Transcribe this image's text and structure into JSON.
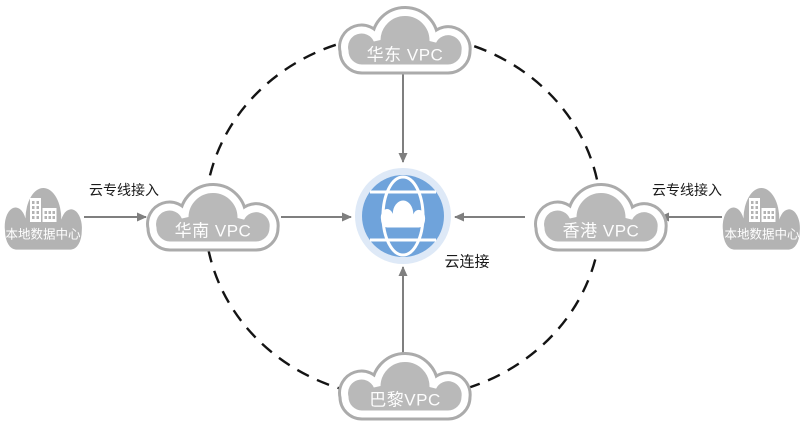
{
  "diagram": {
    "title_hint": "cloud-connect-topology",
    "center": {
      "label": "云连接",
      "icon": "globe-cloud-icon",
      "globe_color": "#6FA3DB",
      "halo_color": "#DEE9F7"
    },
    "vpcs": [
      {
        "id": "east",
        "label": "华东 VPC",
        "position": "top"
      },
      {
        "id": "south",
        "label": "华南 VPC",
        "position": "left"
      },
      {
        "id": "hongkong",
        "label": "香港 VPC",
        "position": "right"
      },
      {
        "id": "paris",
        "label": "巴黎VPC",
        "position": "bottom"
      }
    ],
    "datacenters": [
      {
        "id": "dc-left",
        "label": "本地数据中心",
        "link_label": "云专线接入",
        "icon": "building-icon",
        "connects_to": "华南 VPC"
      },
      {
        "id": "dc-right",
        "label": "本地数据中心",
        "link_label": "云专线接入",
        "icon": "building-icon",
        "connects_to": "香港 VPC"
      }
    ],
    "colors": {
      "vpc_cloud_fill": "#b9b9b9",
      "vpc_cloud_outline": "#ababab",
      "dc_cloud_fill": "#b3b3b3",
      "arrow": "#7f7f7f",
      "dashed_ring": "#141414",
      "label_dark": "#1a1a1a",
      "label_light": "#ffffff"
    }
  }
}
